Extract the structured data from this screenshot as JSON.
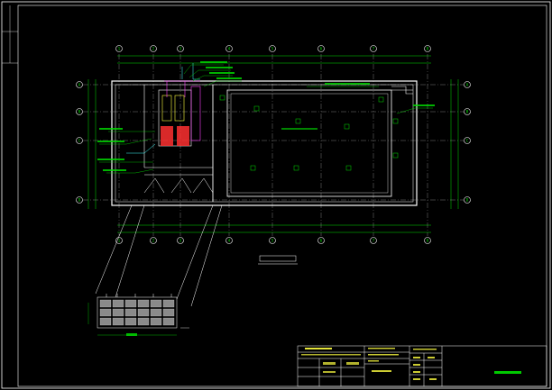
{
  "drawing": {
    "title": "",
    "title_block": {
      "rows": [
        "",
        "",
        "",
        ""
      ],
      "drawing_no": ""
    }
  },
  "axes": {
    "top": [
      "1",
      "2",
      "3",
      "4",
      "5",
      "6",
      "7",
      "8"
    ],
    "side": [
      "A",
      "B",
      "C",
      "D"
    ]
  },
  "colors": {
    "background": "#000000",
    "frame": "#ffffff",
    "wall": "#ffffff",
    "grid": "#9a9a9a",
    "dim": "#00e000",
    "equipment": "#ff3030",
    "pipe": "#ff40ff",
    "annotation": "#ffff40",
    "cyan": "#40ffff"
  }
}
